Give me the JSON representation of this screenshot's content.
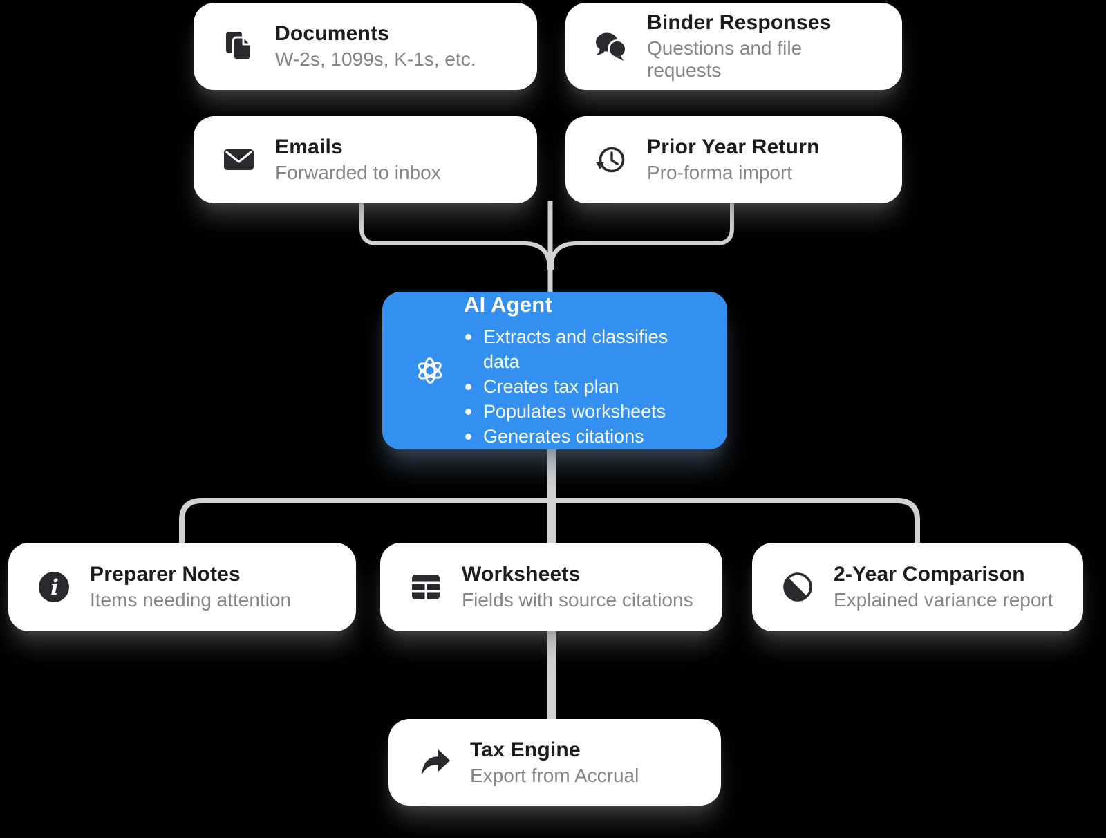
{
  "diagram": {
    "inputs": [
      {
        "id": "documents",
        "icon": "documents-icon",
        "title": "Documents",
        "subtitle": "W-2s, 1099s, K-1s, etc."
      },
      {
        "id": "binder-responses",
        "icon": "chat-bubbles-icon",
        "title": "Binder Responses",
        "subtitle": "Questions and file requests"
      },
      {
        "id": "emails",
        "icon": "envelope-icon",
        "title": "Emails",
        "subtitle": "Forwarded to inbox"
      },
      {
        "id": "prior-year-return",
        "icon": "history-clock-icon",
        "title": "Prior Year Return",
        "subtitle": "Pro-forma import"
      }
    ],
    "agent": {
      "id": "ai-agent",
      "icon": "atom-icon",
      "title": "AI Agent",
      "bullets": [
        "Extracts and classifies data",
        "Creates tax plan",
        "Populates worksheets",
        "Generates citations"
      ]
    },
    "outputs": [
      {
        "id": "preparer-notes",
        "icon": "info-icon",
        "title": "Preparer Notes",
        "subtitle": "Items needing attention"
      },
      {
        "id": "worksheets",
        "icon": "table-icon",
        "title": "Worksheets",
        "subtitle": "Fields with source citations"
      },
      {
        "id": "2-year-comparison",
        "icon": "contrast-icon",
        "title": "2-Year Comparison",
        "subtitle": "Explained variance report"
      }
    ],
    "final": {
      "id": "tax-engine",
      "icon": "forward-arrow-icon",
      "title": "Tax Engine",
      "subtitle": "Export from Accrual"
    }
  },
  "colors": {
    "background": "#000000",
    "card_background": "#ffffff",
    "accent_blue": "#3390f0",
    "title_text": "#1c1c1f",
    "subtitle_text": "#85858b",
    "icon_dark": "#2a2a2e",
    "connector_gray": "#d2d2d2"
  }
}
